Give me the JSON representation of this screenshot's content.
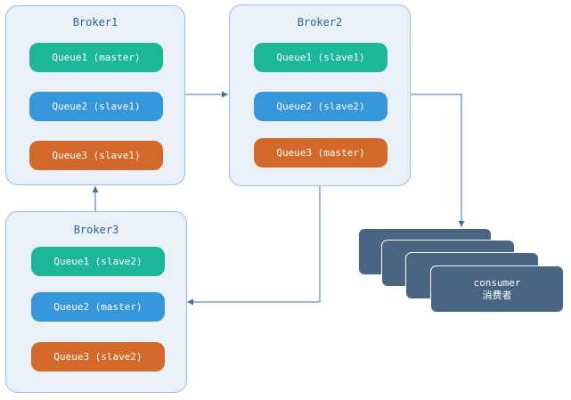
{
  "brokers": [
    {
      "title": "Broker1",
      "queues": [
        {
          "label": "Queue1 (master)",
          "color": "#1cb698"
        },
        {
          "label": "Queue2 (slave1)",
          "color": "#3596d9"
        },
        {
          "label": "Queue3 (slave1)",
          "color": "#d2692a"
        }
      ]
    },
    {
      "title": "Broker2",
      "queues": [
        {
          "label": "Queue1 (slave1)",
          "color": "#1cb698"
        },
        {
          "label": "Queue2 (slave2)",
          "color": "#3596d9"
        },
        {
          "label": "Queue3 (master)",
          "color": "#d2692a"
        }
      ]
    },
    {
      "title": "Broker3",
      "queues": [
        {
          "label": "Queue1 (slave2)",
          "color": "#1cb698"
        },
        {
          "label": "Queue2 (master)",
          "color": "#3596d9"
        },
        {
          "label": "Queue3 (slave2)",
          "color": "#d2692a"
        }
      ]
    }
  ],
  "consumer": {
    "label_en": "consumer",
    "label_zh": "消费者"
  },
  "colors": {
    "broker_fill": "#e9f0f8",
    "broker_border": "#9dbbe0",
    "arrow": "#3d6fa8",
    "consumer_fill": "#4a6584"
  }
}
